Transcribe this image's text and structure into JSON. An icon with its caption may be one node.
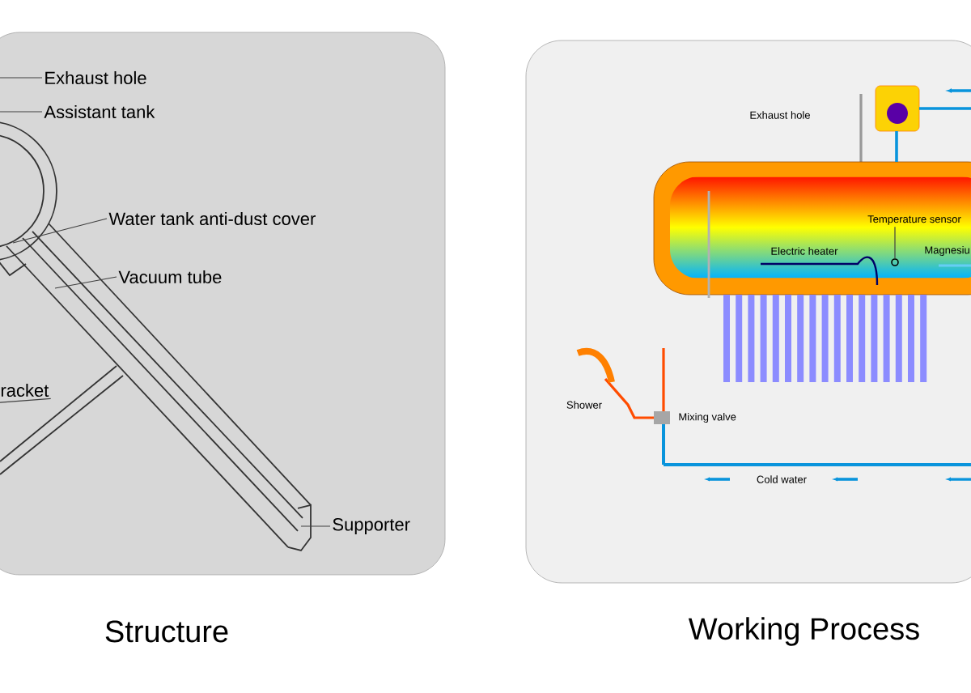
{
  "diagram": {
    "nodes": [
      {
        "text": [
          "Structure"
        ]
      },
      {
        "text": [
          "Working Process"
        ]
      },
      {
        "text": [
          "Exhaust hole"
        ],
        "in": 0
      },
      {
        "text": [
          "Assistant tank"
        ],
        "in": 0
      },
      {
        "text": [
          "Water tank anti-dust cover"
        ],
        "in": 0
      },
      {
        "text": [
          "Vacuum tube"
        ],
        "in": 0
      },
      {
        "text": [
          "racket"
        ],
        "in": 0
      },
      {
        "text": [
          "Supporter"
        ],
        "in": 0
      },
      {
        "text": [
          "Temperature sensor"
        ],
        "in": 1
      },
      {
        "text": [],
        "shape": "circle",
        "in": 1
      }
    ],
    "edges": [
      {
        "from": 2,
        "to": null,
        "arrow": "none"
      },
      {
        "from": 3,
        "to": null,
        "arrow": "none"
      },
      {
        "from": 4,
        "to": null,
        "arrow": "none"
      },
      {
        "from": 5,
        "to": null,
        "arrow": "none"
      },
      {
        "from": 6,
        "to": null,
        "arrow": "none"
      },
      {
        "from": 7,
        "to": null,
        "arrow": "none"
      },
      {
        "from": 8,
        "to": 9,
        "arrow": "none"
      }
    ],
    "labels": [
      "Exhaust hole",
      "Electric heater",
      "Magnesiu",
      "Shower",
      "Mixing valve",
      "Cold water"
    ]
  }
}
